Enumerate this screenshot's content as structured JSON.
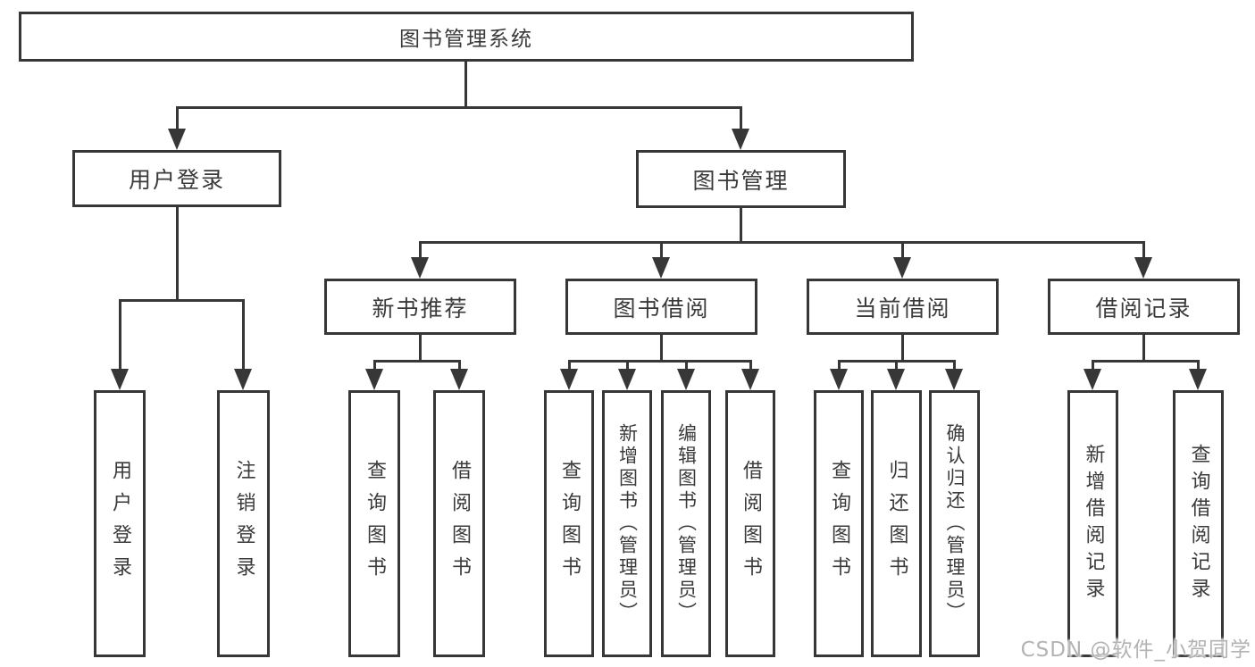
{
  "tree": {
    "root": {
      "label": "图书管理系统"
    },
    "level2": [
      {
        "label": "用户登录"
      },
      {
        "label": "图书管理"
      }
    ],
    "level3": [
      {
        "label": "新书推荐"
      },
      {
        "label": "图书借阅"
      },
      {
        "label": "当前借阅"
      },
      {
        "label": "借阅记录"
      }
    ],
    "leaves": {
      "user_login": [
        {
          "label": "用户登录"
        },
        {
          "label": "注销登录"
        }
      ],
      "new_book_recommend": [
        {
          "label": "查询图书"
        },
        {
          "label": "借阅图书"
        }
      ],
      "book_borrow": [
        {
          "label": "查询图书"
        },
        {
          "label": "新增图书（管理员）"
        },
        {
          "label": "编辑图书（管理员）"
        },
        {
          "label": "借阅图书"
        }
      ],
      "current_borrow": [
        {
          "label": "查询图书"
        },
        {
          "label": "归还图书"
        },
        {
          "label": "确认归还（管理员）"
        }
      ],
      "borrow_record": [
        {
          "label": "新增借阅记录"
        },
        {
          "label": "查询借阅记录"
        }
      ]
    }
  },
  "watermark": {
    "text": "CSDN @软件_小贺同学"
  },
  "colors": {
    "line": "#373737",
    "text": "#3a3a3a",
    "background": "#ffffff",
    "watermark": "#b3b3b3"
  }
}
